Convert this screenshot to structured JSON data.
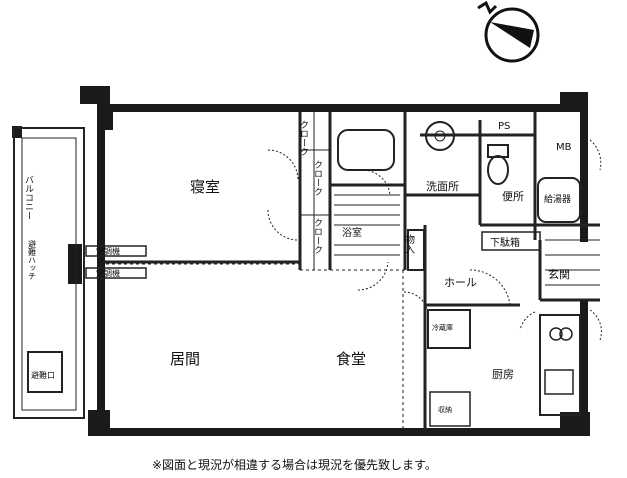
{
  "compass": {
    "label": "N"
  },
  "rooms": {
    "bedroom": "寝室",
    "living": "居間",
    "dining": "食堂",
    "kitchen": "厨房",
    "washroom": "洗面所",
    "toilet": "便所",
    "bath": "浴室",
    "hall": "ホール",
    "entrance": "玄関",
    "balcony": "バルコニー",
    "storage": "物入",
    "shoe_box": "下駄箱",
    "ps": "PS",
    "mb": "MB",
    "water_heater": "給湯器",
    "closet_1": "クローク",
    "closet_2": "クローク",
    "closet_3": "クローク",
    "ac_1": "空調機",
    "ac_2": "空調機",
    "balcony_device": "避難口",
    "balcony_side": "避難ハッチ",
    "fridge": "冷蔵庫",
    "pantry": "収納"
  },
  "note": "※図面と現況が相違する場合は現況を優先致します。"
}
